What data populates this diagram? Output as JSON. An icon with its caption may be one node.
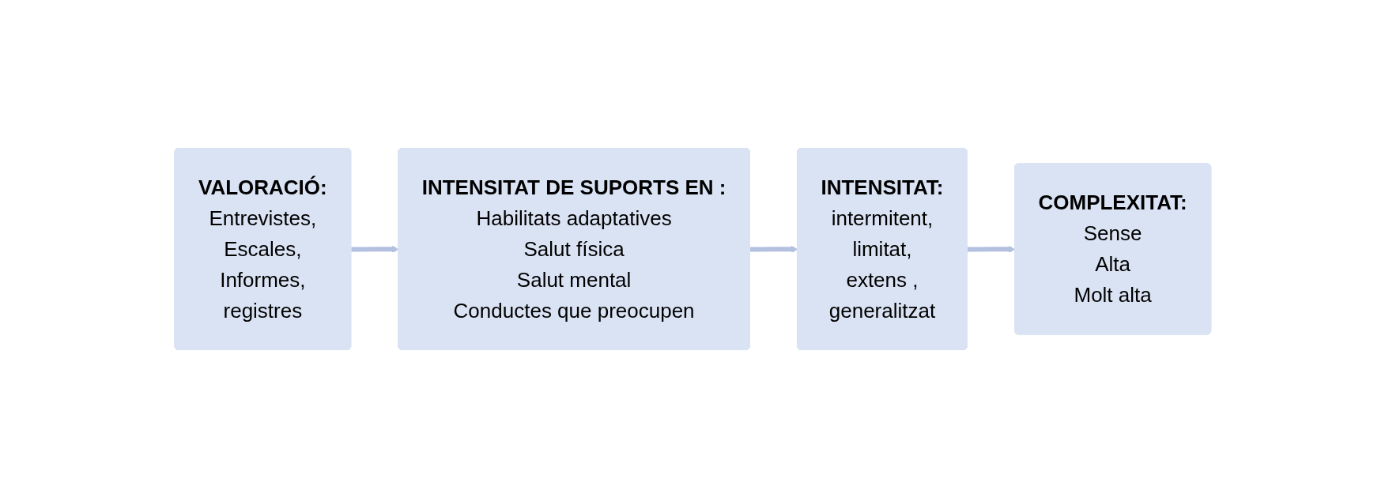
{
  "diagram": {
    "nodes": [
      {
        "text": [
          "VALORACIÓ:",
          "Entrevistes,",
          "Escales,",
          "Informes,",
          "registres"
        ]
      },
      {
        "text": [
          "INTENSITAT DE SUPORTS EN :",
          "Habilitats adaptatives",
          "Salut física",
          "Salut mental",
          "Conductes que preocupen"
        ]
      },
      {
        "text": [
          "INTENSITAT:",
          "intermitent,",
          "limitat,",
          "extens ,",
          "generalitzat"
        ]
      },
      {
        "text": [
          "COMPLEXITAT:",
          "Sense",
          "Alta",
          "Molt alta"
        ]
      }
    ],
    "edges": [
      {
        "from": 0,
        "to": 1,
        "arrow": "to"
      },
      {
        "from": 1,
        "to": 2,
        "arrow": "to"
      },
      {
        "from": 2,
        "to": 3,
        "arrow": "to"
      }
    ]
  }
}
